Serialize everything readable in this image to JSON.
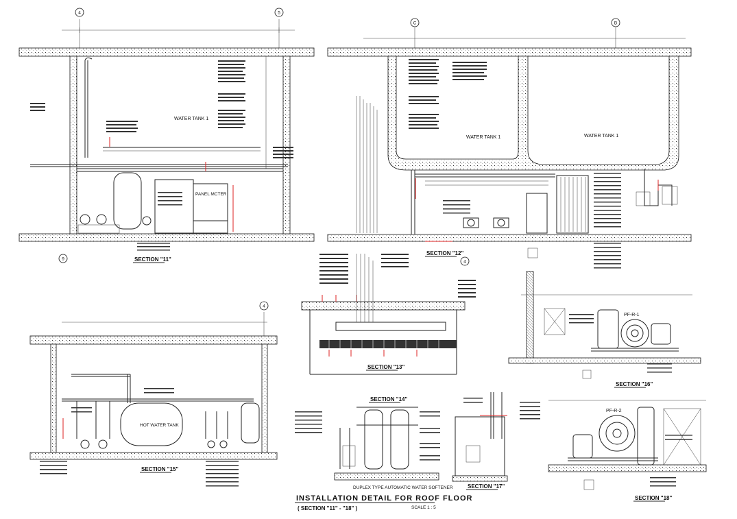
{
  "sheet": {
    "title": "INSTALLATION DETAIL FOR ROOF FLOOR",
    "subtitle": "( SECTION \"11\" - \"18\" )",
    "scale": "SCALE 1 : 5"
  },
  "grid_bubbles": {
    "a1": "4",
    "a2": "5",
    "a3": "C",
    "a4": "B",
    "a5": "9",
    "a6": "4",
    "a7": "4"
  },
  "labels": {
    "water_tank_1": "WATER TANK 1",
    "water_tank_1b": "WATER TANK 1",
    "water_tank_1c": "WATER TANK 1",
    "panel_meter": "PANEL MCTER",
    "hot_water_tank": "HOT WATER TANK",
    "pf_r_1": "PF-R-1",
    "pf_r_2": "PF-R-2"
  },
  "sections": {
    "s11": "SECTION \"11\"",
    "s12": "SECTION \"12\"",
    "s13": "SECTION \"13\"",
    "s14": "SECTION \"14\"",
    "s15": "SECTION \"15\"",
    "s16": "SECTION \"16\"",
    "s17": "SECTION \"17\"",
    "s18": "SECTION \"18\""
  },
  "notes": {
    "duplex": "DUPLEX TYPE AUTOMATIC WATER SOFTENER"
  }
}
